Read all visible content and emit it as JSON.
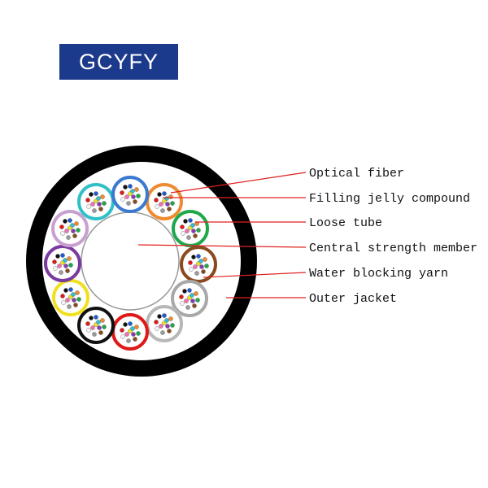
{
  "title": "GCYFY",
  "colors": {
    "title_bg": "#1c3a8c",
    "title_text": "#ffffff",
    "outer_jacket": "#000000",
    "leader_line": "#e02020",
    "tube_fill": "#ffffff"
  },
  "callouts": [
    {
      "id": "optical-fiber",
      "label": "Optical fiber"
    },
    {
      "id": "filling-jelly-compound",
      "label": "Filling jelly compound"
    },
    {
      "id": "loose-tube",
      "label": "Loose tube"
    },
    {
      "id": "central-strength-member",
      "label": "Central strength member"
    },
    {
      "id": "water-blocking-yarn",
      "label": "Water blocking yarn"
    },
    {
      "id": "outer-jacket",
      "label": "Outer jacket"
    }
  ],
  "loose_tubes": [
    {
      "color": "#f08a30"
    },
    {
      "color": "#1ea84a"
    },
    {
      "color": "#8a4a20"
    },
    {
      "color": "#a8a8a8"
    },
    {
      "color": "#b8b8b8"
    },
    {
      "color": "#e01818"
    },
    {
      "color": "#111111"
    },
    {
      "color": "#f0e020"
    },
    {
      "color": "#7a3aa0"
    },
    {
      "color": "#c8a0d0"
    },
    {
      "color": "#30c0c8"
    },
    {
      "color": "#3a7ad0"
    }
  ],
  "fiber_colors": [
    "#1e5ad0",
    "#f08a30",
    "#1ea84a",
    "#8a4a20",
    "#9a9a9a",
    "#f4f4f4",
    "#e01818",
    "#111111",
    "#f0e020",
    "#8a3ab0",
    "#f070b0",
    "#30c0d0"
  ]
}
